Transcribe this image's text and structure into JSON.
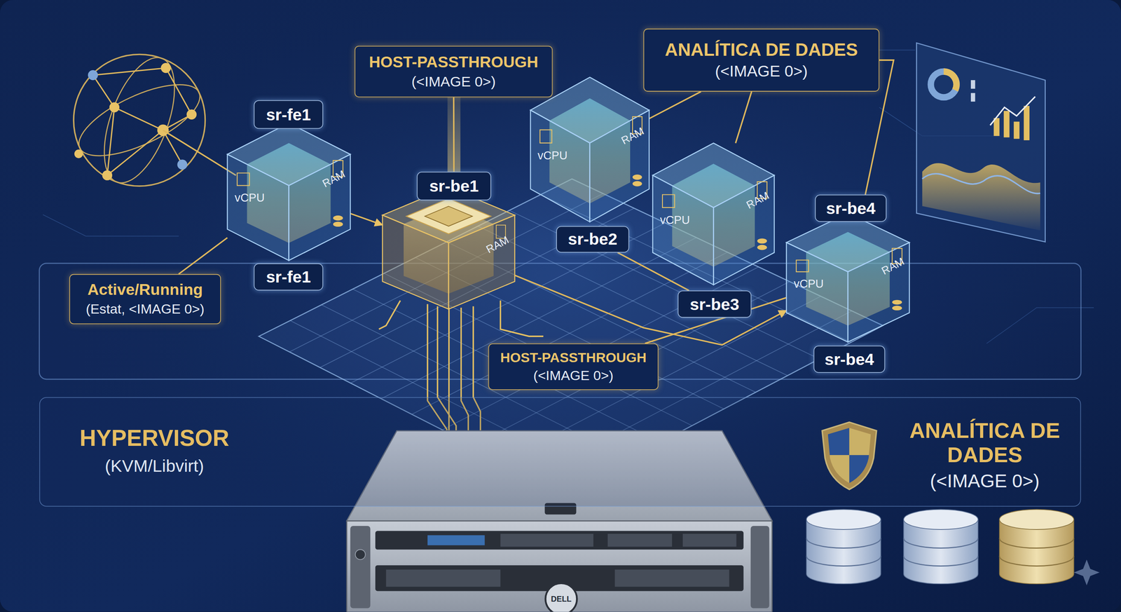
{
  "diagram": {
    "nodes": [
      {
        "text": [
          "HOST-PASSTHROUGH",
          "(<IMAGE 0>)"
        ]
      },
      {
        "text": [
          "ANALÍTICA DE DADES",
          "(<IMAGE 0>)"
        ]
      },
      {
        "text": [
          "sr-fe1"
        ]
      },
      {
        "text": [
          "vCPU",
          "RAM"
        ]
      },
      {
        "text": [
          "sr-be1"
        ]
      },
      {
        "text": [
          "RAM"
        ]
      },
      {
        "text": [
          "vCPU",
          "RAM"
        ]
      },
      {
        "text": [
          "sr-be2"
        ]
      },
      {
        "text": [
          "vCPU",
          "RAM"
        ]
      },
      {
        "text": [
          "sr-be4"
        ]
      },
      {
        "text": [
          "vCPU",
          "RAM"
        ]
      },
      {
        "text": [
          "sr-fe1"
        ]
      },
      {
        "text": [
          "Active/Running",
          "(Estat, <IMAGE 0>)"
        ]
      },
      {
        "text": [
          "sr-be3"
        ]
      },
      {
        "text": [
          "HOST-PASSTHROUGH",
          "(<IMAGE 0>)"
        ]
      },
      {
        "text": [
          "sr-be4"
        ]
      },
      {
        "text": [
          "HYPERVISOR",
          "(KVM/Libvirt)"
        ]
      }
    ],
    "edges": [
      {
        "from": 3,
        "to": 5,
        "arrow": "to"
      },
      {
        "from": 12,
        "to": 3,
        "arrow": "none"
      },
      {
        "from": 0,
        "to": 4,
        "arrow": "none"
      },
      {
        "from": 1,
        "to": 6,
        "arrow": "none"
      },
      {
        "from": 1,
        "to": 8,
        "arrow": "none"
      },
      {
        "from": 1,
        "to": 10,
        "arrow": "none"
      },
      {
        "from": 5,
        "to": 10,
        "arrow": "to"
      },
      {
        "from": 7,
        "to": 13,
        "arrow": "none"
      },
      {
        "from": 14,
        "to": 10,
        "arrow": "none"
      }
    ],
    "labels": [
      "ANALÍTICA DE DADES",
      "(<IMAGE 0>)",
      "DELL"
    ]
  }
}
